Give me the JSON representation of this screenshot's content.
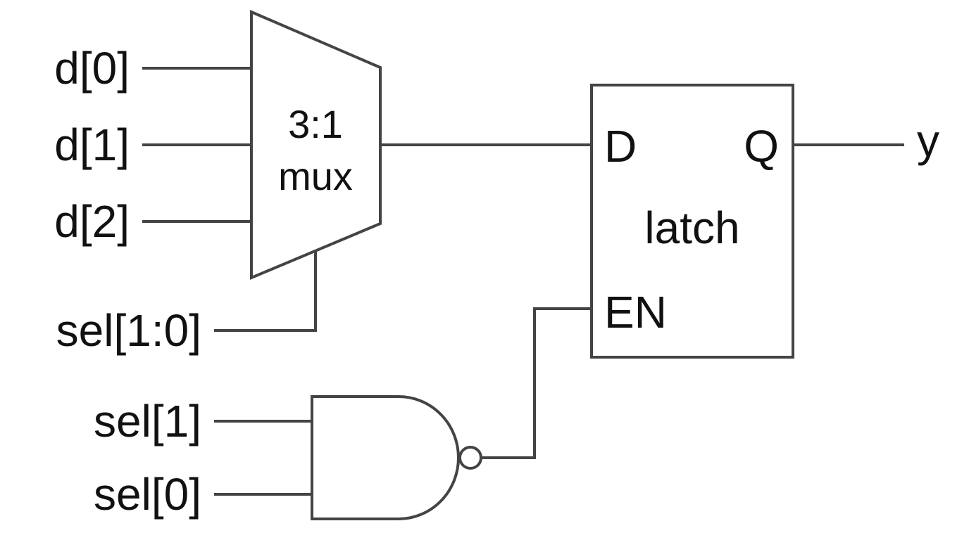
{
  "inputs": {
    "d0": "d[0]",
    "d1": "d[1]",
    "d2": "d[2]",
    "sel": "sel[1:0]",
    "sel1": "sel[1]",
    "sel0": "sel[0]"
  },
  "mux": {
    "line1": "3:1",
    "line2": "mux"
  },
  "latch": {
    "name": "latch",
    "d_port": "D",
    "q_port": "Q",
    "en_port": "EN"
  },
  "output": {
    "y": "y"
  },
  "gate": {
    "icon": "nand-gate-icon"
  },
  "colors": {
    "stroke": "#444444",
    "text": "#111111",
    "background": "#ffffff"
  }
}
